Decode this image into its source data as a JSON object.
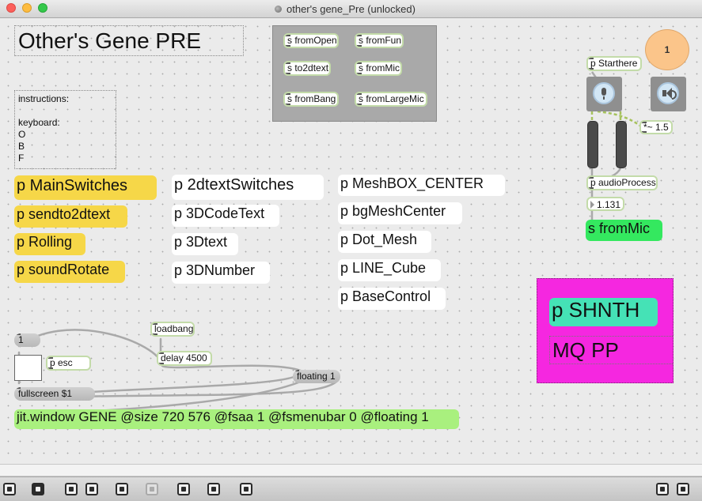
{
  "window": {
    "title": "other's gene_Pre (unlocked)"
  },
  "header": {
    "title": "Other's Gene PRE"
  },
  "instructions": {
    "lines": [
      "instructions:",
      "",
      "keyboard:",
      "O",
      "B",
      "F"
    ]
  },
  "sends_panel": {
    "items": [
      "s fromOpen",
      "s fromFun",
      "s to2dtext",
      "s fromMic",
      "s fromBang",
      "s fromLargeMic"
    ]
  },
  "col1": [
    "p MainSwitches",
    "p sendto2dtext",
    "p Rolling",
    "p soundRotate"
  ],
  "col2": [
    "p 2dtextSwitches",
    "p 3DCodeText",
    "p 3Dtext",
    "p 3DNumber"
  ],
  "col3": [
    "p MeshBOX_CENTER",
    "p bgMeshCenter",
    "p Dot_Mesh",
    "p LINE_Cube",
    "p BaseControl"
  ],
  "audio": {
    "dial_value": "1",
    "starthere": "p Starthere",
    "gain_label": "*~ 1.5",
    "audio_process": "p audioProcess",
    "number_value": "1.131",
    "send_mic": "s fromMic"
  },
  "bottom": {
    "msg_one": "1",
    "esc": "p esc",
    "loadbang": "loadbang",
    "delay": "delay 4500",
    "floating": "floating 1",
    "fullscreen": "fullscreen $1",
    "jitwindow": "jit.window GENE @size 720 576 @fsaa 1 @fsmenubar 0 @floating 1"
  },
  "magenta_panel": {
    "shnth": "p SHNTH",
    "mqpp": "MQ PP"
  },
  "colors": {
    "blue": "#1f5fb0",
    "gold": "#f6d748",
    "yellow": "#ffe44e",
    "magenta": "#c43aa6",
    "navy": "#2b3bb0",
    "crimson": "#c2185b",
    "teal": "#7fd0d0",
    "cyan": "#39b8c9",
    "green": "#34e85f",
    "lime": "#a9f07e",
    "panel_magenta": "#f527e0",
    "shnth_green": "#45e2b6"
  }
}
